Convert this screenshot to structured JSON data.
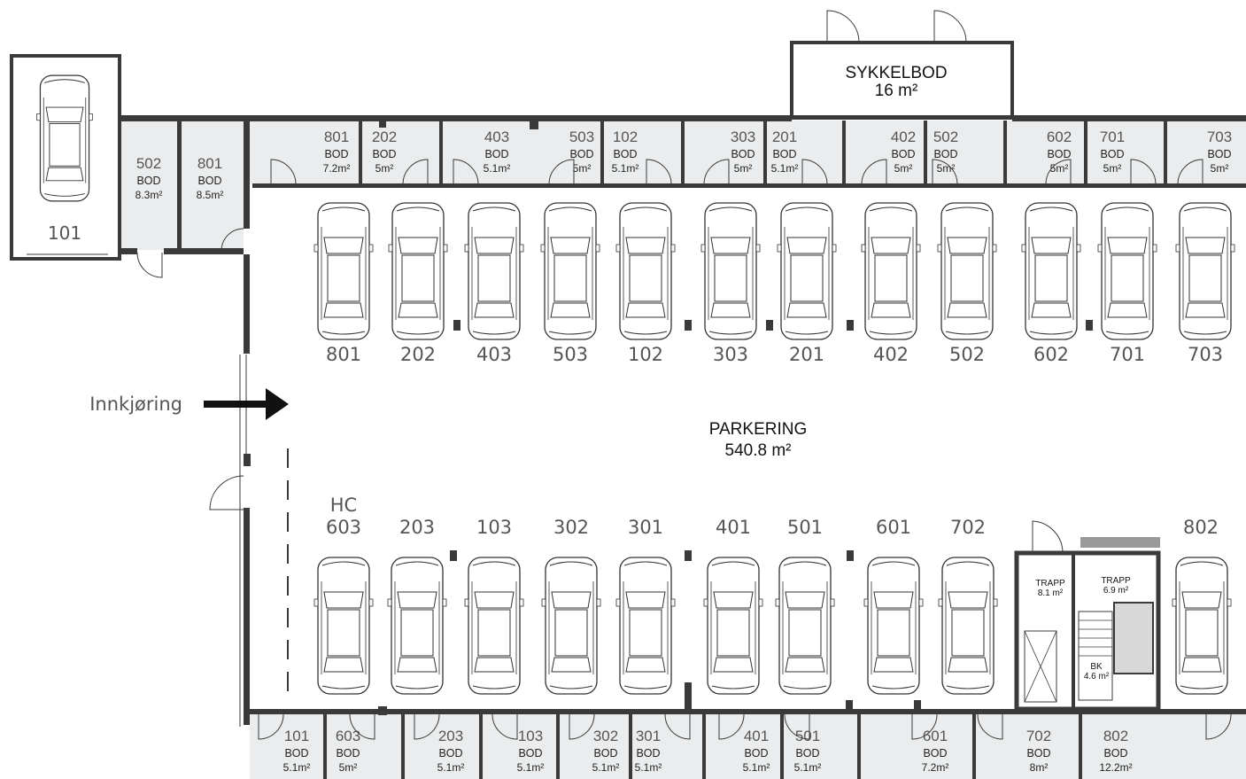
{
  "plan": {
    "parking": {
      "label": "PARKERING",
      "area": "540.8 m²"
    },
    "bike_storage": {
      "label": "SYKKELBOD",
      "area": "16 m²"
    },
    "entrance_label": "Innkjøring",
    "garage_unit": "101",
    "left_storage": [
      {
        "num": "502",
        "label": "BOD",
        "area": "8.3m²"
      },
      {
        "num": "801",
        "label": "BOD",
        "area": "8.5m²"
      }
    ],
    "top_storage": [
      {
        "num": "801",
        "label": "BOD",
        "area": "7.2m²"
      },
      {
        "num": "202",
        "label": "BOD",
        "area": "5m²"
      },
      {
        "num": "403",
        "label": "BOD",
        "area": "5.1m²"
      },
      {
        "num": "503",
        "label": "BOD",
        "area": "5m²"
      },
      {
        "num": "102",
        "label": "BOD",
        "area": "5.1m²"
      },
      {
        "num": "303",
        "label": "BOD",
        "area": "5m²"
      },
      {
        "num": "201",
        "label": "BOD",
        "area": "5.1m²"
      },
      {
        "num": "402",
        "label": "BOD",
        "area": "5m²"
      },
      {
        "num": "502",
        "label": "BOD",
        "area": "5m²"
      },
      {
        "num": "602",
        "label": "BOD",
        "area": "5m²"
      },
      {
        "num": "701",
        "label": "BOD",
        "area": "5m²"
      },
      {
        "num": "703",
        "label": "BOD",
        "area": "5m²"
      }
    ],
    "top_spots": [
      "801",
      "202",
      "403",
      "503",
      "102",
      "303",
      "201",
      "402",
      "502",
      "602",
      "701",
      "703"
    ],
    "bottom_spots": [
      "603",
      "203",
      "103",
      "302",
      "301",
      "401",
      "501",
      "601",
      "702",
      "802"
    ],
    "hc_label": "HC",
    "bottom_storage": [
      {
        "num": "101",
        "label": "BOD",
        "area": "5.1m²"
      },
      {
        "num": "603",
        "label": "BOD",
        "area": "5m²"
      },
      {
        "num": "203",
        "label": "BOD",
        "area": "5.1m²"
      },
      {
        "num": "103",
        "label": "BOD",
        "area": "5.1m²"
      },
      {
        "num": "302",
        "label": "BOD",
        "area": "5.1m²"
      },
      {
        "num": "301",
        "label": "BOD",
        "area": "5.1m²"
      },
      {
        "num": "401",
        "label": "BOD",
        "area": "5.1m²"
      },
      {
        "num": "501",
        "label": "BOD",
        "area": "5.1m²"
      },
      {
        "num": "601",
        "label": "BOD",
        "area": "7.2m²"
      },
      {
        "num": "702",
        "label": "BOD",
        "area": "8m²"
      },
      {
        "num": "802",
        "label": "BOD",
        "area": "12.2m²"
      }
    ],
    "stairs": [
      {
        "label": "TRAPP",
        "area": "8.1 m²"
      },
      {
        "label": "TRAPP",
        "area": "6.9 m²"
      }
    ],
    "shaft": {
      "label": "BK",
      "area": "4.6 m²"
    },
    "colors": {
      "wall": "#3a3a3a",
      "storage_fill": "#eaeced",
      "text": "#555555"
    }
  }
}
